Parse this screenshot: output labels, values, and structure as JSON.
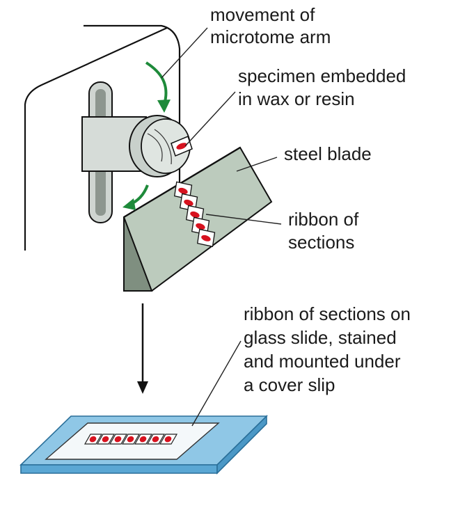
{
  "labels": {
    "arm_movement": [
      "movement of",
      "microtome arm"
    ],
    "specimen": [
      "specimen embedded",
      "in wax or resin"
    ],
    "blade": [
      "steel blade"
    ],
    "ribbon": [
      "ribbon of",
      "sections"
    ],
    "slide": [
      "ribbon of sections on",
      "glass slide, stained",
      "and mounted under",
      "a cover slip"
    ]
  },
  "colors": {
    "machine_fill": "#d9dedb",
    "blade_fill": "#bccbbd",
    "blade_shadow": "#7f8f80",
    "arrow_green": "#1e8a3a",
    "section_red": "#d7121f",
    "slide_blue": "#8fc7e6",
    "slide_blue_dark": "#5aa7d4"
  }
}
